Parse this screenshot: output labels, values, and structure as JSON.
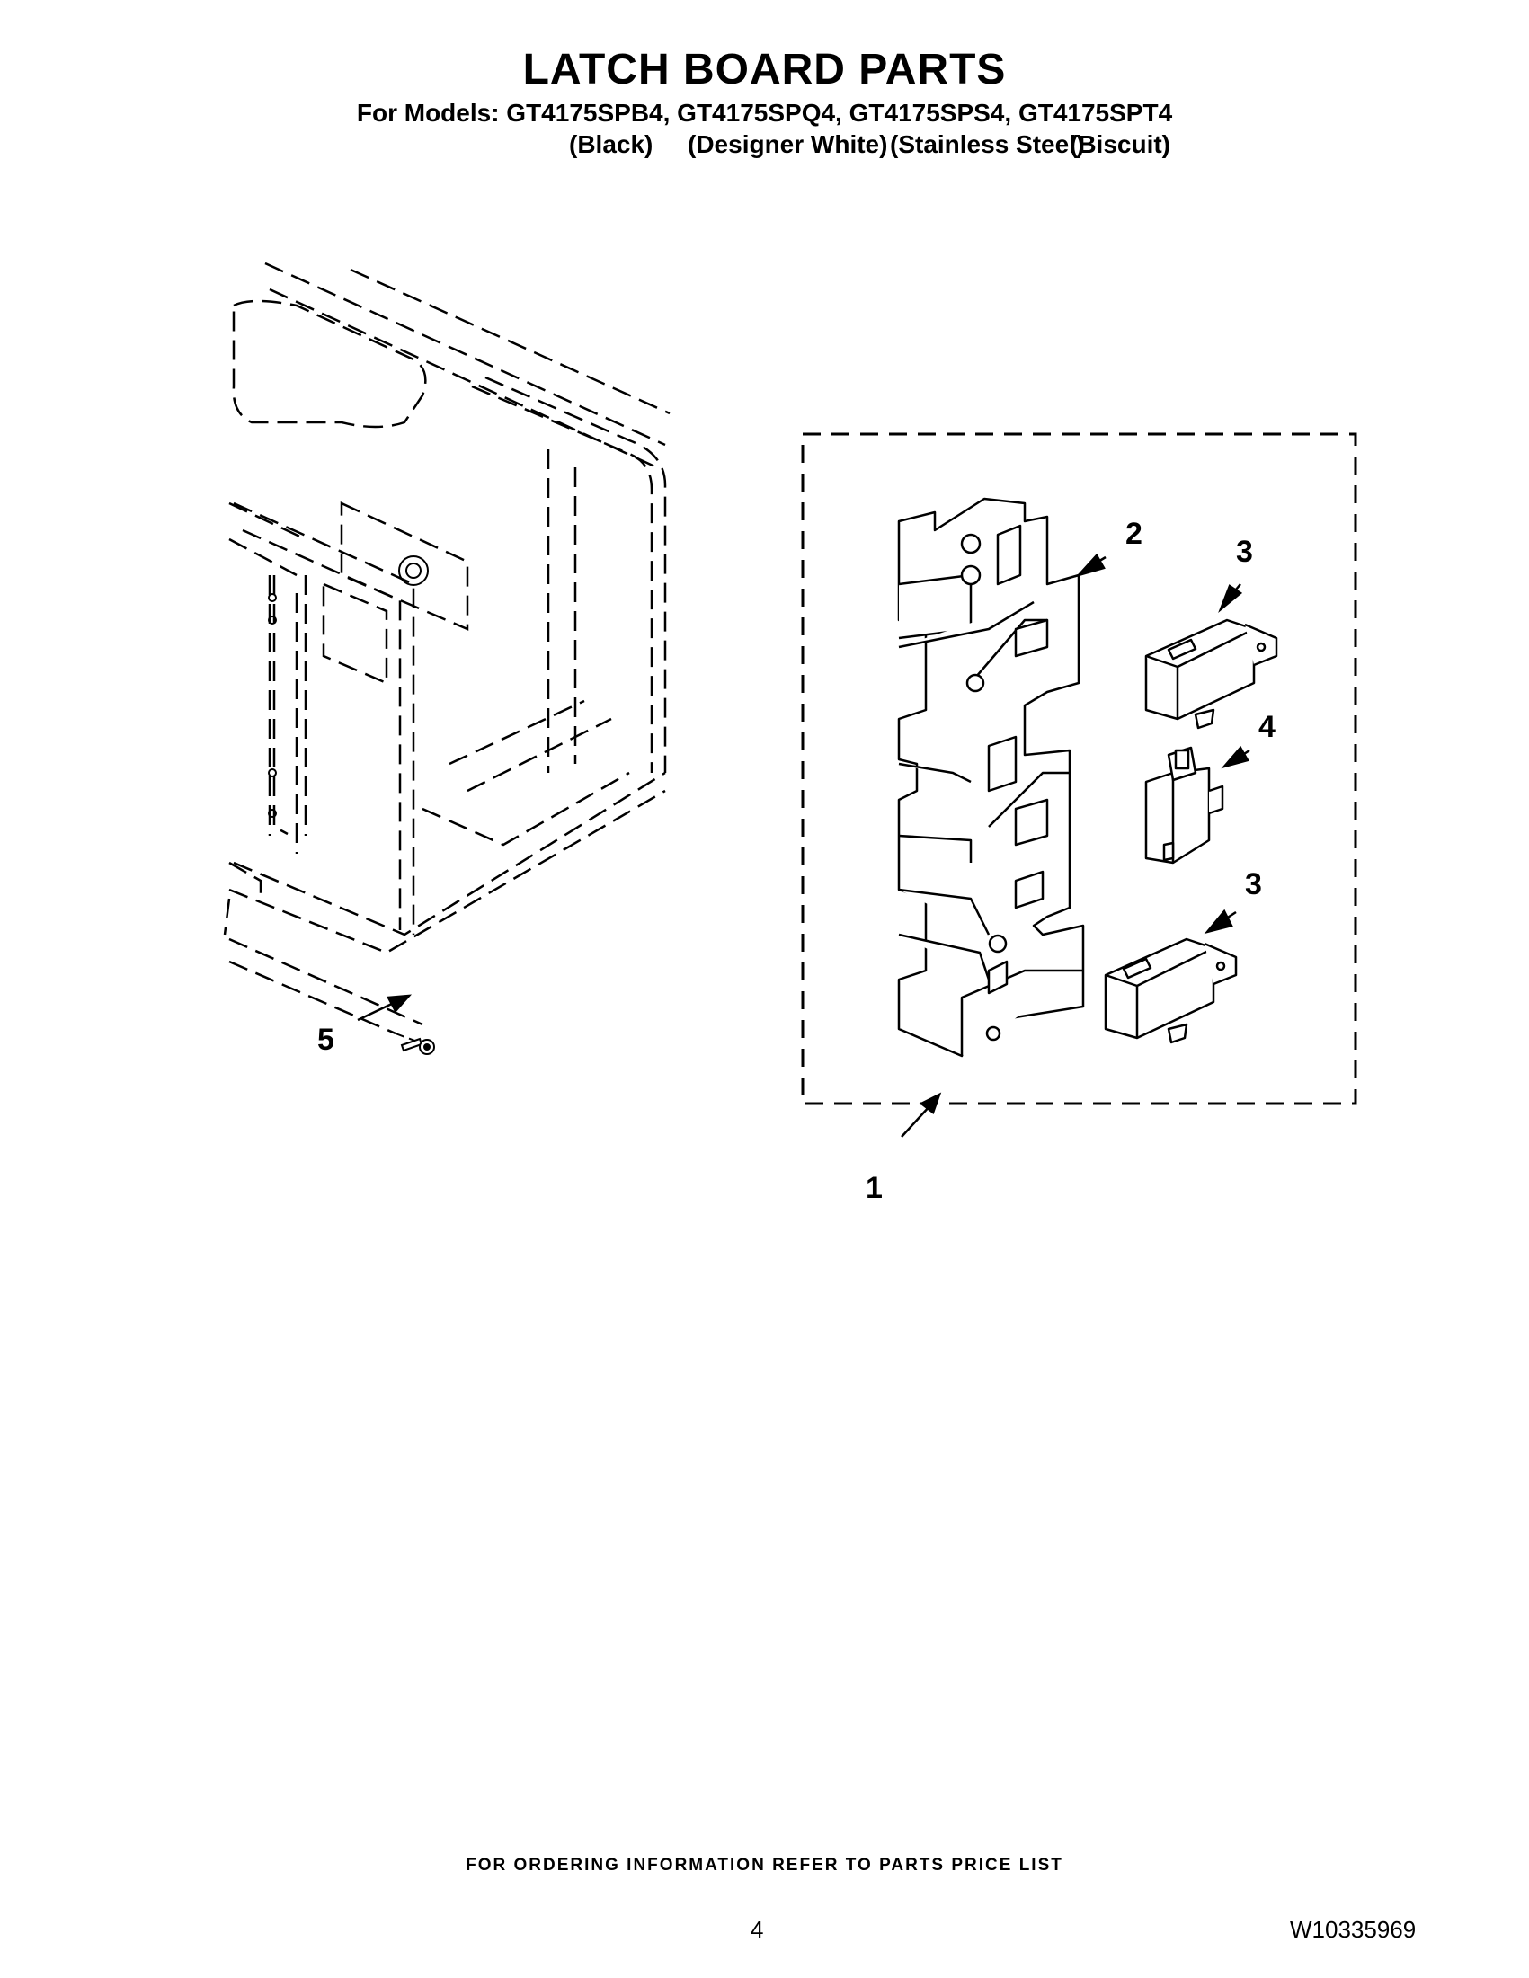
{
  "title": "LATCH BOARD PARTS",
  "models_line": "For Models: GT4175SPB4, GT4175SPQ4, GT4175SPS4, GT4175SPT4",
  "model_colors": [
    "(Black)",
    "(Designer White)",
    "(Stainless Steel)",
    "(Biscuit)"
  ],
  "callouts": {
    "latch_board_assembly": "1",
    "latch_board": "2",
    "switch_upper": "3",
    "switch_middle": "4",
    "switch_lower": "3",
    "screw": "5"
  },
  "footer_note": "FOR ORDERING INFORMATION REFER TO PARTS PRICE LIST",
  "page_number": "4",
  "doc_number": "W10335969"
}
